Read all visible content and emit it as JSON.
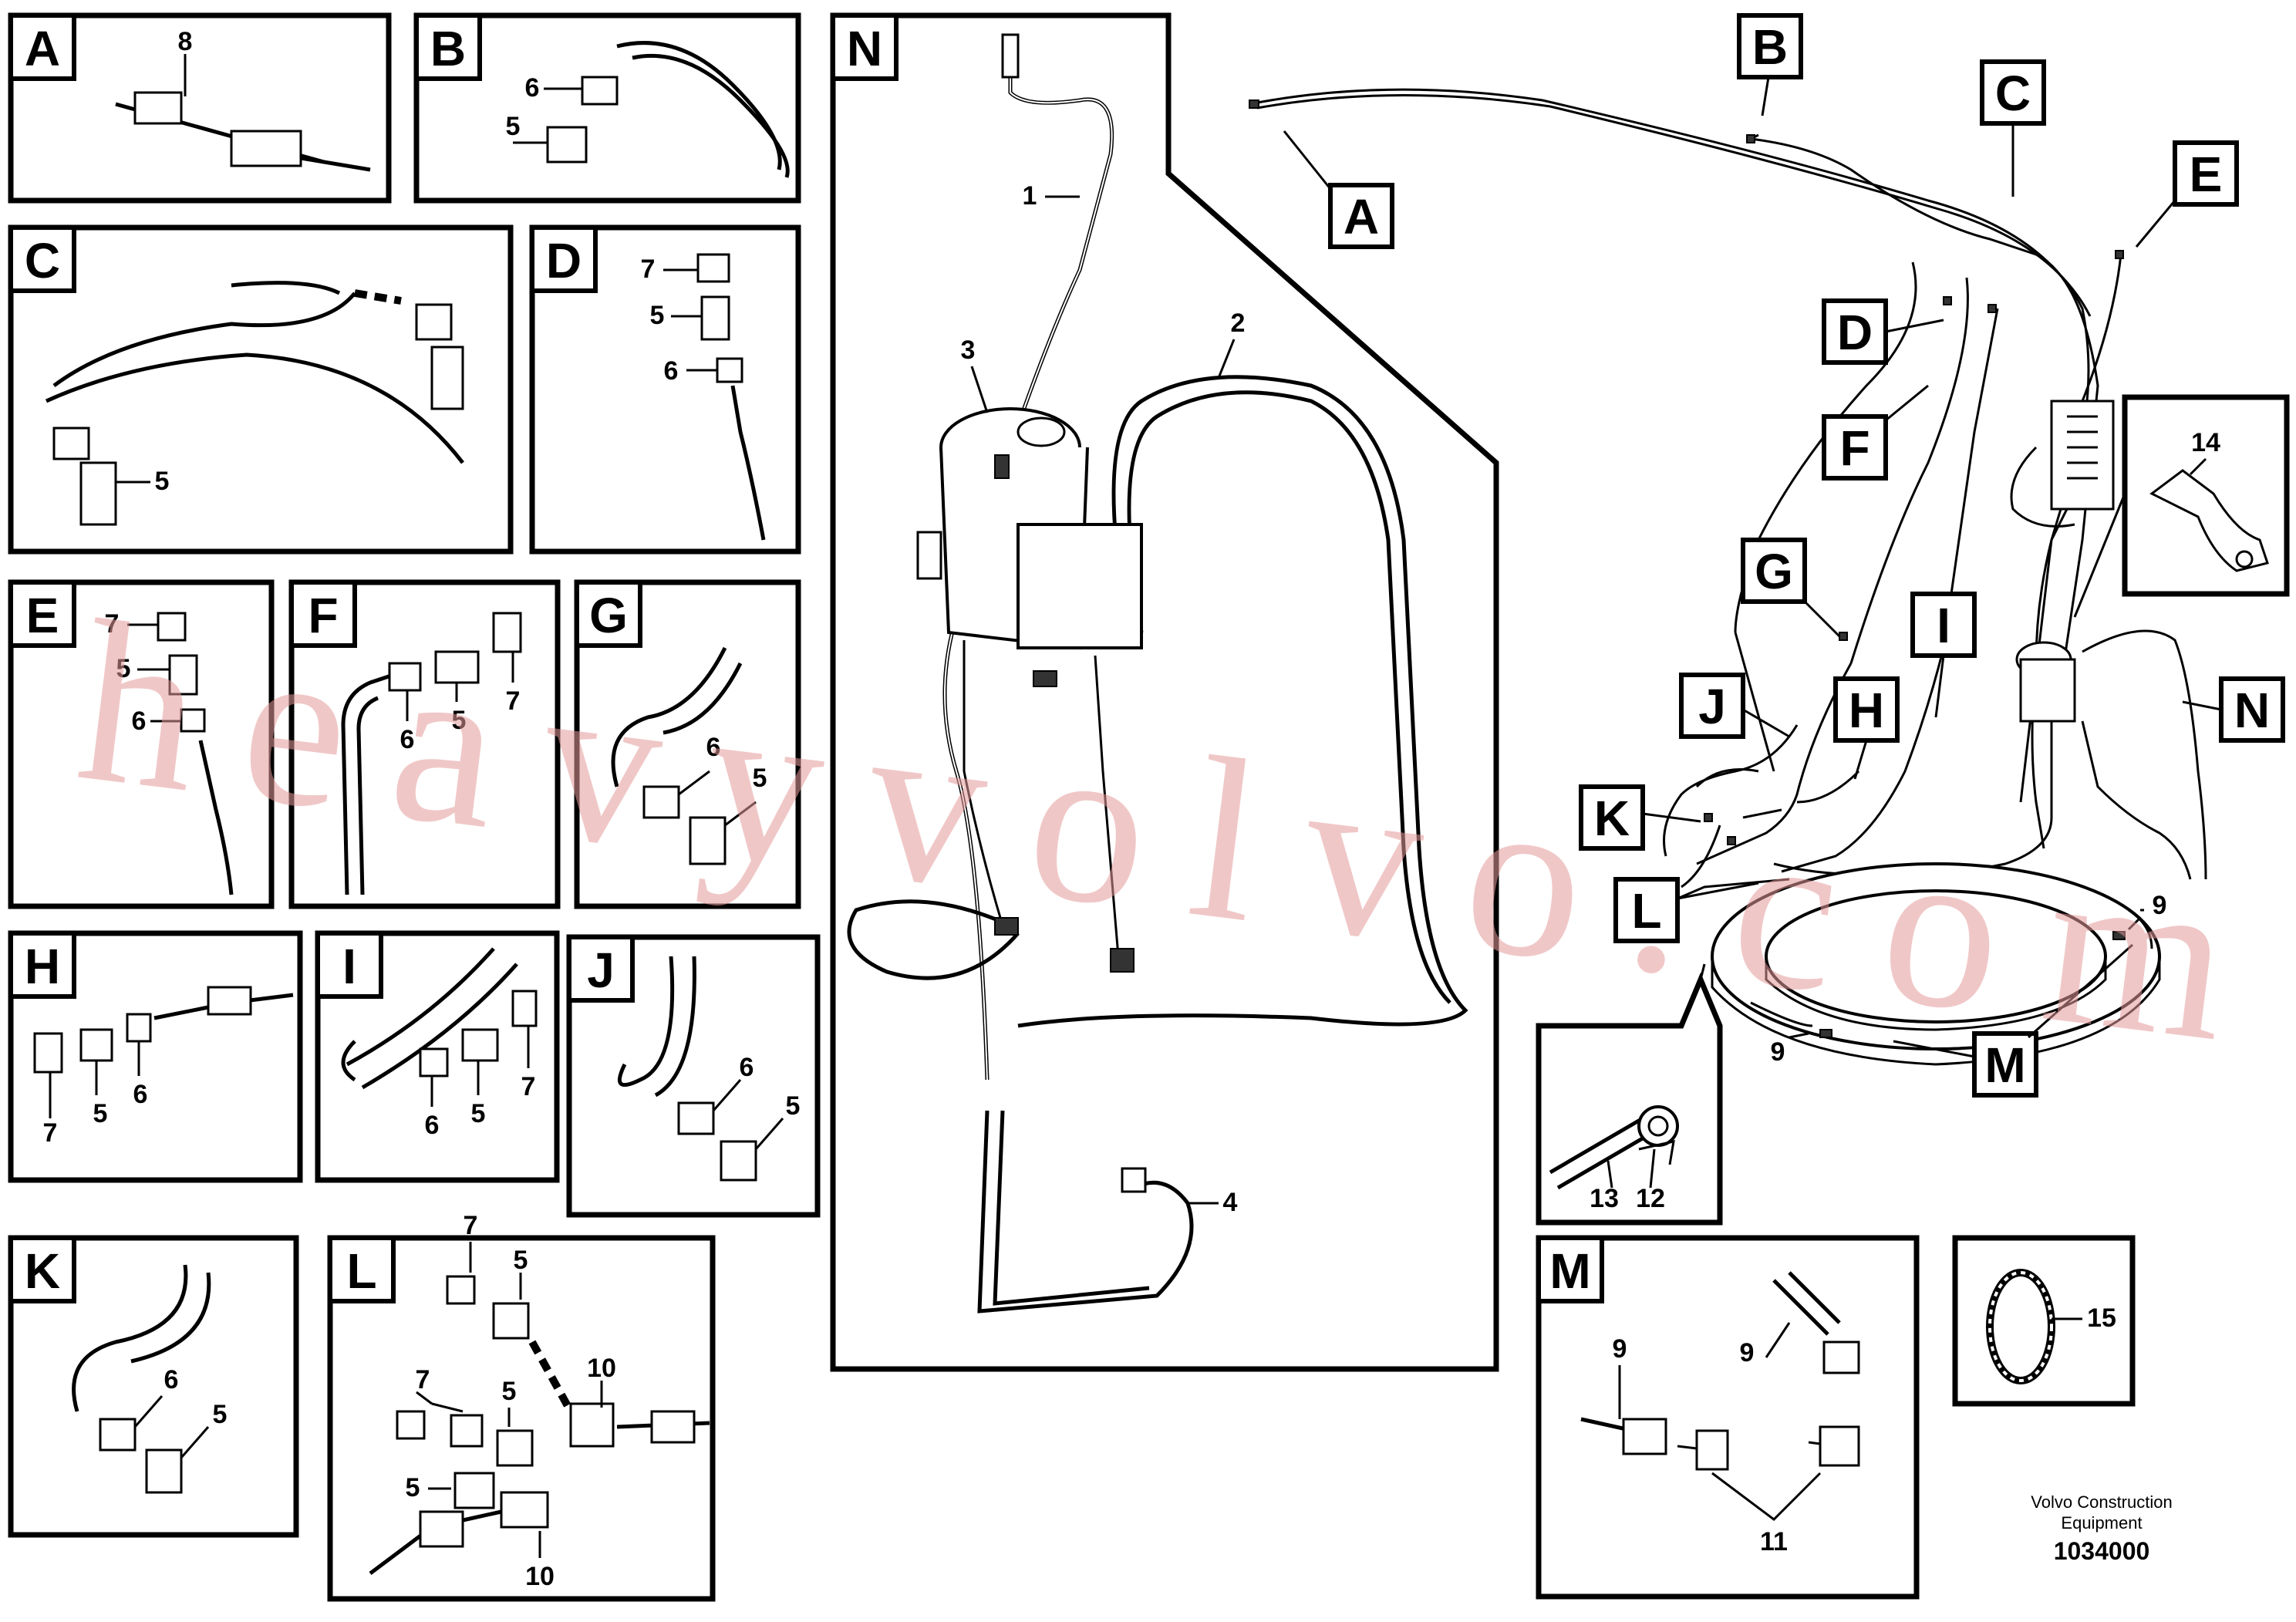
{
  "panel_labels": {
    "A": "A",
    "B": "B",
    "C": "C",
    "D": "D",
    "E": "E",
    "F": "F",
    "G": "G",
    "H": "H",
    "I": "I",
    "J": "J",
    "K": "K",
    "L": "L",
    "N": "N",
    "M": "M"
  },
  "callout_labels": [
    "B",
    "C",
    "E",
    "D",
    "F",
    "A",
    "G",
    "I",
    "J",
    "H",
    "N",
    "K",
    "L",
    "M"
  ],
  "part_numbers": {
    "n1": "1",
    "n2": "2",
    "n3": "3",
    "n4": "4",
    "n5": "5",
    "n6": "6",
    "n7": "7",
    "n8": "8",
    "n9": "9",
    "n10": "10",
    "n11": "11",
    "n12": "12",
    "n13": "13",
    "n14": "14",
    "n15": "15"
  },
  "watermark": "heavyvolvo.com",
  "footer": {
    "line1": "Volvo Construction",
    "line2": "Equipment",
    "code": "1034000"
  }
}
